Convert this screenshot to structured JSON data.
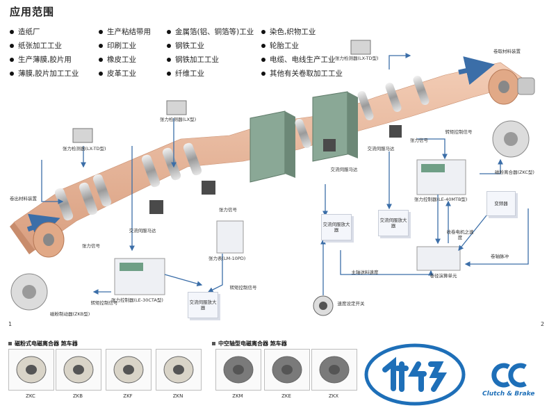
{
  "title": "应用范围",
  "applications": [
    [
      "造纸厂",
      "生产粘结带用",
      "金属箔(铝、铜箔等)工业",
      "染色,织物工业"
    ],
    [
      "纸张加工工业",
      "印刷工业",
      "钢铁工业",
      "轮胎工业"
    ],
    [
      "生产薄膜,胶片用",
      "橡皮工业",
      "钢铁加工工业",
      "电缆、电线生产工业"
    ],
    [
      "薄膜,胶片加工工业",
      "皮革工业",
      "纤维工业",
      "其他有关卷取加工工业"
    ]
  ],
  "diagram": {
    "unwind_label": "卷出材料装置",
    "rewind_label": "卷取材料装置",
    "sensor_left": "张力检测器(LX-TD型)",
    "sensor_mid": "张力检测器(LX型)",
    "sensor_right": "张力检测器(LX-TD型)",
    "tension_signal_left": "张力信号",
    "tension_signal_mid": "张力信号",
    "tension_signal_right": "张力信号",
    "servo_motor_1": "交流伺服马达",
    "servo_motor_2": "交流伺服马达",
    "servo_motor_3": "交流伺服马达",
    "tension_meter": "张力表(LM-10PD)",
    "servo_amp_1": "交流伺服放大器",
    "servo_amp_2": "交流伺服放大器",
    "servo_amp_3": "交流伺服放大器",
    "torque_cmd_left": "转矩控制信号",
    "torque_cmd_mid": "转矩控制信号",
    "torque_cmd_right": "转矩控制信号",
    "controller_left": "张力控制器(LE-30CTA型)",
    "controller_right": "张力控制器(LE-40MTB型)",
    "brake_label": "磁粉制动器(ZKB型)",
    "clutch_label": "磁粉离合器(ZKC型)",
    "inverter": "变频器",
    "winder_speed": "收卷电机之速度",
    "winding_pulse": "卷轴脉冲",
    "speed_signal": "主轴送料速度",
    "speed_setting": "速度设定开关",
    "calc_unit": "卷径演算单元",
    "page_left": "1",
    "page_right": "2"
  },
  "products": {
    "section1": "磁粉式电磁离合器 煞车器",
    "section2": "中空轴型电磁离合器 煞车器",
    "items": [
      "ZKC",
      "ZKB",
      "ZKF",
      "ZKN",
      "ZKM",
      "ZKE",
      "ZKX"
    ]
  },
  "brand": {
    "tagline": "Clutch & Brake"
  },
  "colors": {
    "web": "#e8b99d",
    "arrow": "#3b6ea8",
    "brand_blue": "#1e6fb8",
    "machine_green": "#7d9a86"
  }
}
